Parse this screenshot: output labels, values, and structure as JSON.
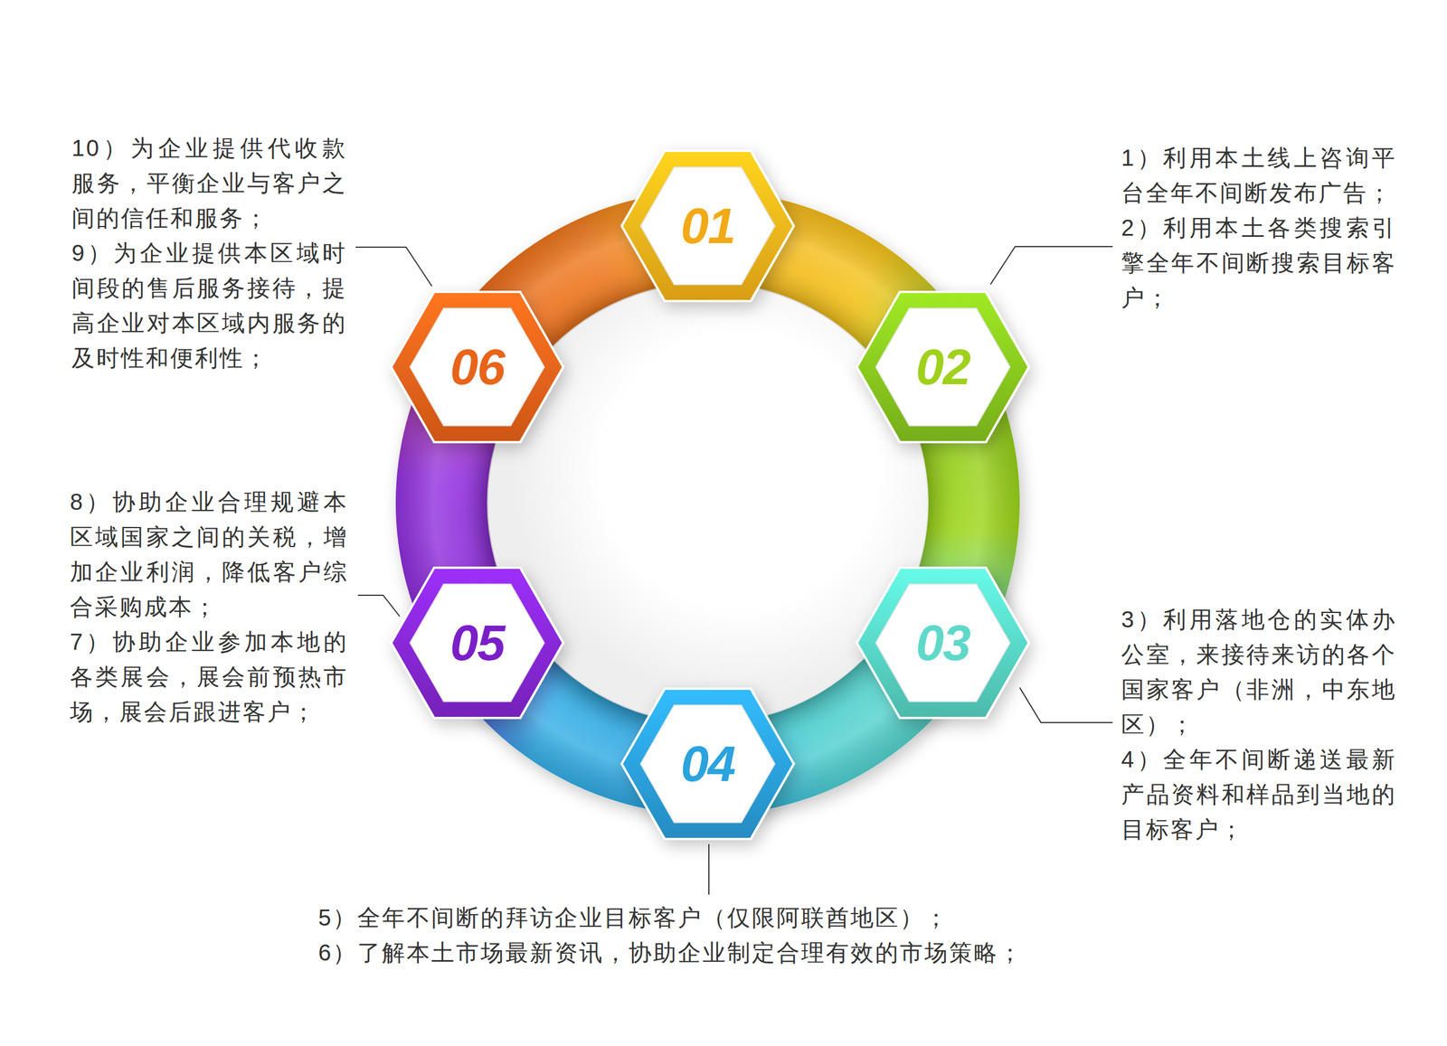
{
  "diagram": {
    "nodes": [
      {
        "text": [
          "01"
        ]
      },
      {
        "text": [
          "02"
        ]
      },
      {
        "text": [
          "03"
        ]
      },
      {
        "text": [
          "04"
        ]
      },
      {
        "text": [
          "05"
        ]
      },
      {
        "text": [
          "06"
        ]
      }
    ],
    "labels": [
      "1）利用本土线上咨询平台全年不间断发布广告；",
      "2）利用本土各类搜索引擎全年不间断搜索目标客户；",
      "3）利用落地仓的实体办公室，来接待来访的各个国家客户（非洲，中东地区）；",
      "4）全年不间断递送最新产品资料和样品到当地的目标客户；",
      "5）全年不间断的拜访企业目标客户（仅限阿联酋地区）；",
      "6）了解本土市场最新资讯，协助企业制定合理有效的市场策略；",
      "7）协助企业参加本地的各类展会，展会前预热市场，展会后跟进客户；",
      "8）协助企业合理规避本区域国家之间的关税，增加企业利润，降低客户综合采购成本；",
      "9）为企业提供本区域时间段的售后服务接待，提高企业对本区域内服务的及时性和便利性；",
      "10）为企业提供代收款服务，平衡企业与客户之间的信任和服务；"
    ]
  }
}
